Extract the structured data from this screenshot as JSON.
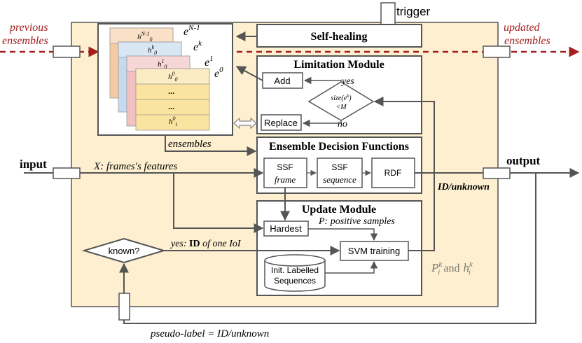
{
  "trigger": "trigger",
  "previous_ensembles": [
    "previous",
    "ensembles"
  ],
  "updated_ensembles": [
    "updated",
    "ensembles"
  ],
  "self_healing": "Self-healing",
  "limitation": {
    "title": "Limitation Module",
    "add": "Add",
    "replace": "Replace",
    "yes": "yes",
    "no": "no",
    "cond_line1": "size(e",
    "cond_sup": "k",
    "cond_line1_end": ")",
    "cond_line2": "<M"
  },
  "ensemble_stack": {
    "labels": {
      "eN1": "e",
      "eN1_sup": "N-1",
      "ek": "e",
      "ek_sup": "k",
      "e1": "e",
      "e1_sup": "1",
      "e0": "e",
      "e0_sup": "0"
    },
    "cards": {
      "hN1": "h",
      "hN1_sup": "N-1",
      "hN1_sub": "0",
      "hk": "h",
      "hk_sup": "k",
      "hk_sub": "0",
      "h1": "h",
      "h1_sup": "1",
      "h1_sub": "0",
      "h0": "h",
      "h0_sup": "0",
      "h0_sub": "0",
      "dots1": "...",
      "dots2": "...",
      "hi": "h",
      "hi_sup": "0",
      "hi_sub": "i"
    },
    "caption": "ensembles"
  },
  "decision": {
    "title": "Ensemble Decision Functions",
    "ssf_frame": [
      "SSF",
      "frame"
    ],
    "ssf_sequence": [
      "SSF",
      "sequence"
    ],
    "rdf": "RDF"
  },
  "input": "input",
  "output": "output",
  "features": "X: frames's features",
  "id_unknown": "ID/unknown",
  "update": {
    "title": "Update Module",
    "hardest": "Hardest",
    "positive": "P: positive samples",
    "svm": "SVM training",
    "init": [
      "Init. Labelled",
      "Sequences"
    ]
  },
  "known": "known?",
  "yes_id": {
    "pre": "yes: ",
    "id": "ID",
    "post": " of one IoI"
  },
  "pik": {
    "P": "P",
    "P_sup": "k",
    "P_sub": "i",
    "and": "and",
    "h": "h",
    "h_sup": "k",
    "h_sub": "i"
  },
  "pseudo_label": "pseudo-label = ID/unknown",
  "colors": {
    "background_panel": "#fdefcf",
    "dashed_arrow": "#a31d1d",
    "line": "#555555",
    "card_orange": "#f6caa2",
    "card_blue": "#c6daee",
    "card_pink": "#f3c1c1",
    "card_yellow": "#fbe4a0"
  }
}
